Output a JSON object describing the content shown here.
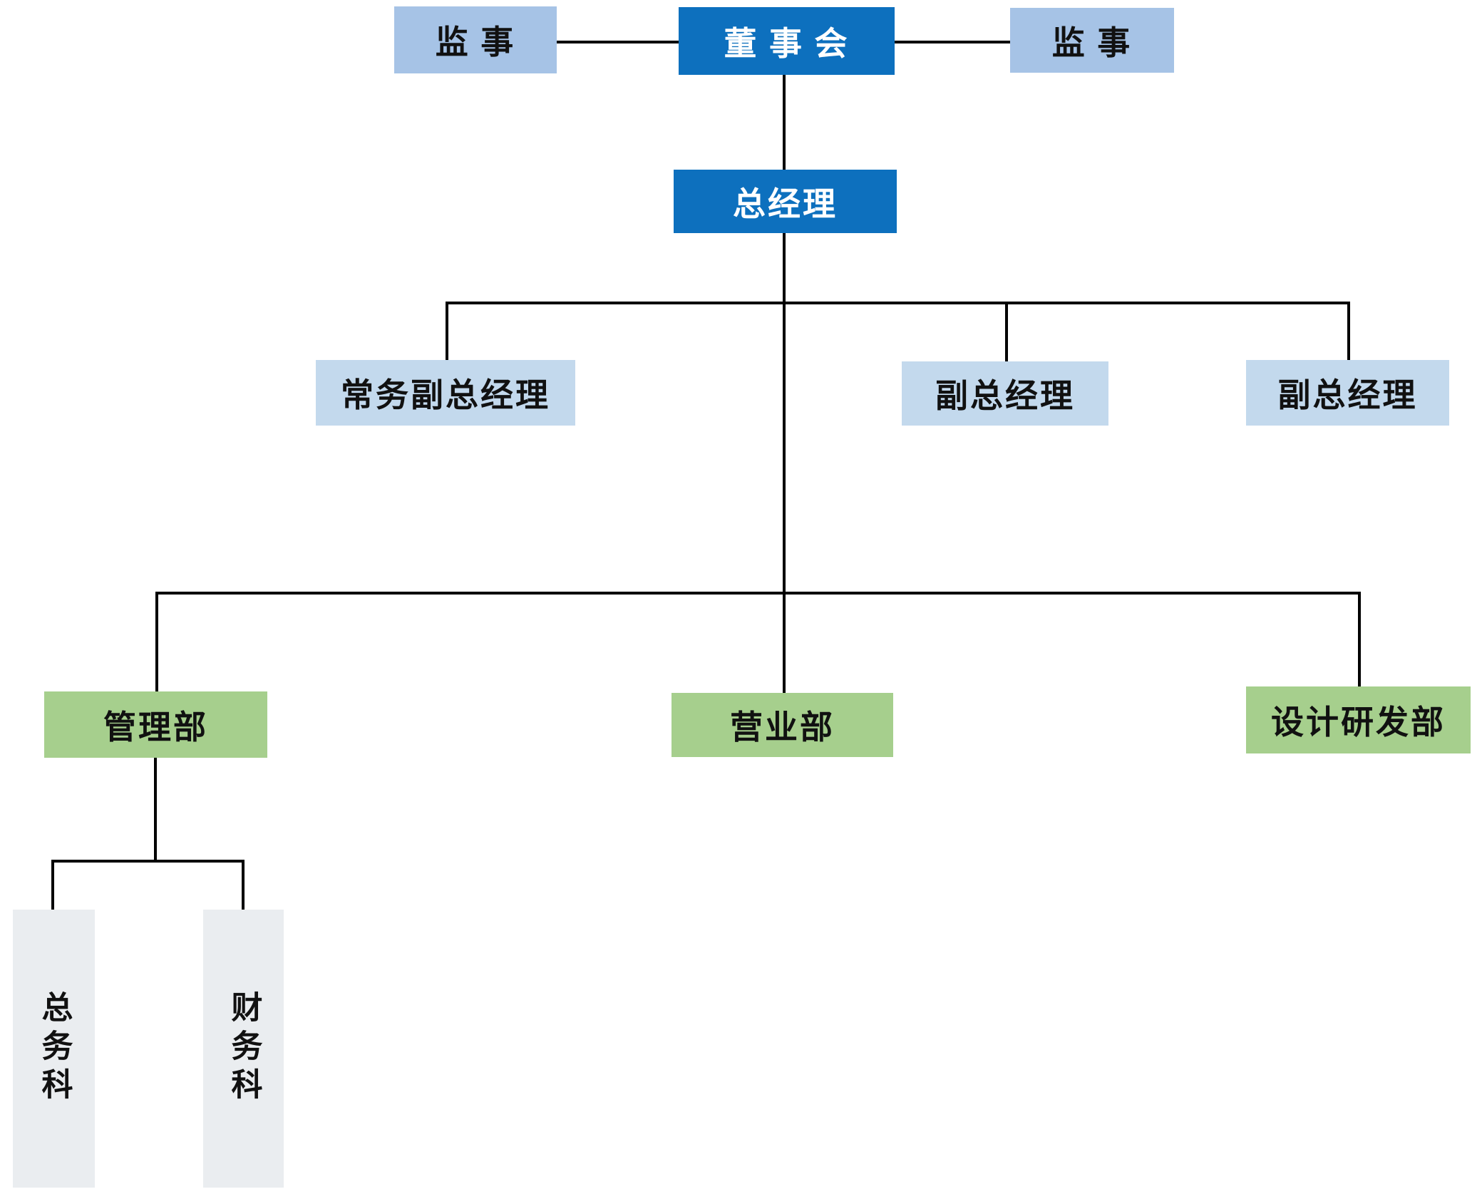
{
  "org_chart": {
    "nodes": {
      "supervisor_left": {
        "label": "监 事"
      },
      "board": {
        "label": "董 事 会"
      },
      "supervisor_right": {
        "label": "监 事"
      },
      "general_manager": {
        "label": "总经理"
      },
      "exec_deputy_gm": {
        "label": "常务副总经理"
      },
      "deputy_gm_1": {
        "label": "副总经理"
      },
      "deputy_gm_2": {
        "label": "副总经理"
      },
      "management_dept": {
        "label": "管理部"
      },
      "sales_dept": {
        "label": "营业部"
      },
      "design_rd_dept": {
        "label": "设计研发部"
      },
      "general_affairs_section": {
        "label": "总务科"
      },
      "finance_section": {
        "label": "财务科"
      }
    },
    "colors": {
      "executive_blue": "#0D70BE",
      "supervisor_blue": "#A6C3E6",
      "deputy_blue": "#C3D9ED",
      "department_green": "#A6CF8D",
      "section_gray": "#EAEDF0",
      "connector_black": "#000000",
      "text_dark": "#111111",
      "text_light": "#FFFFFF"
    }
  }
}
